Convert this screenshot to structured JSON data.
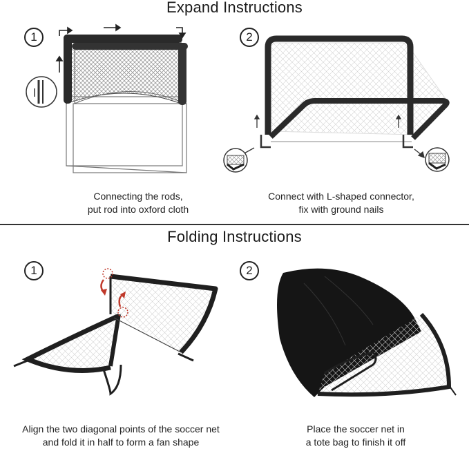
{
  "expand": {
    "title": "Expand Instructions",
    "steps": [
      {
        "number": "1",
        "caption_line1": "Connecting the rods,",
        "caption_line2": "put rod into oxford cloth"
      },
      {
        "number": "2",
        "caption_line1": "Connect with L-shaped connector,",
        "caption_line2": "fix with ground nails"
      }
    ]
  },
  "folding": {
    "title": "Folding Instructions",
    "steps": [
      {
        "number": "1",
        "caption_line1": "Align the two diagonal points of the soccer net",
        "caption_line2": "and fold it in half to form a fan shape"
      },
      {
        "number": "2",
        "caption_line1": "Place the soccer net in",
        "caption_line2": "a tote bag to finish it off"
      }
    ]
  },
  "colors": {
    "frame": "#2a2a2a",
    "net": "#bfbfbf",
    "accent": "#c0392b",
    "bag": "#111111"
  }
}
